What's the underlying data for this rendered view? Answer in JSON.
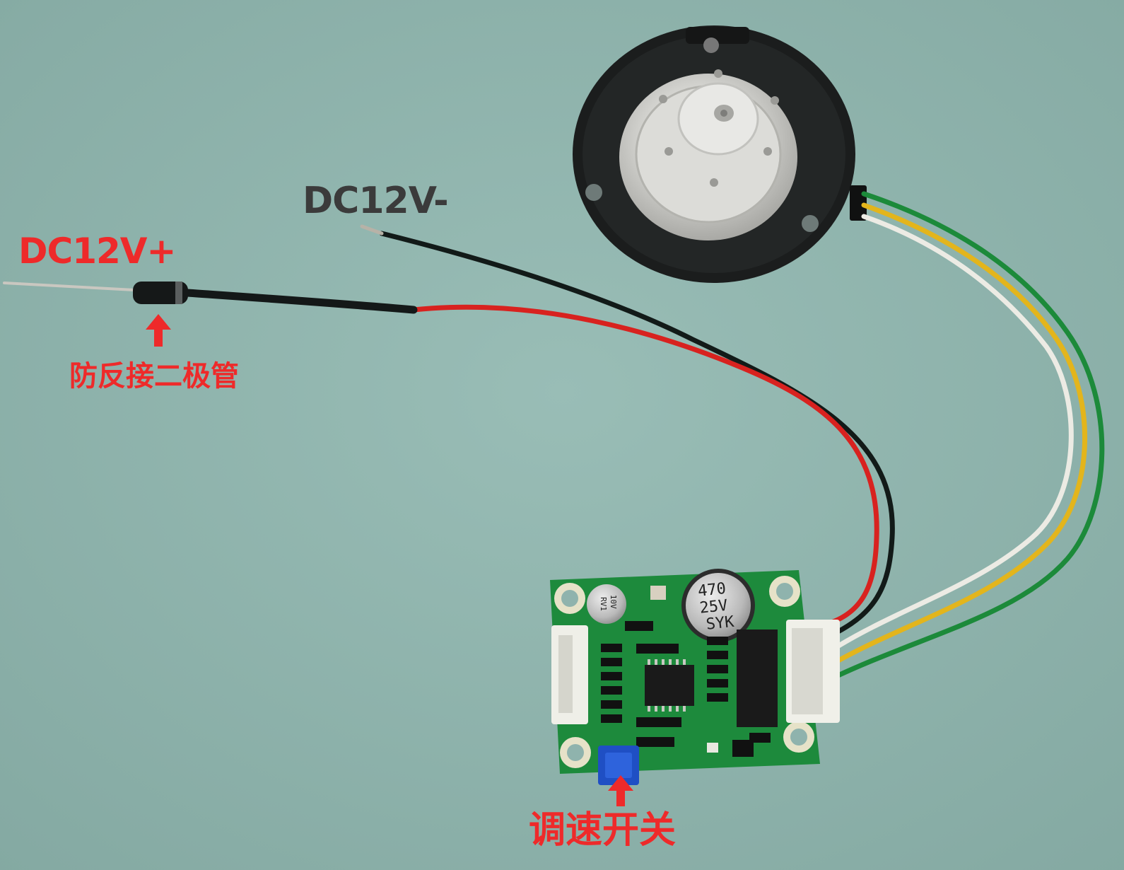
{
  "annotations": {
    "dc_plus": "DC12V+",
    "dc_minus": "DC12V-",
    "diode_note": "防反接二极管",
    "speed_switch_note": "调速开关"
  },
  "capacitor_large": {
    "line1": "470",
    "line2": "25V",
    "line3": "SYK"
  },
  "capacitor_small": {
    "line1": "10V",
    "line2": "RV1"
  },
  "colors": {
    "background": "#8fb3ad",
    "label_red": "#ee2a2a",
    "label_dark": "#3b3b3b",
    "wire_red": "#d8221f",
    "wire_black": "#121a18",
    "wire_green": "#1c8a3a",
    "wire_yellow": "#e3b51c",
    "wire_white": "#ecebe4",
    "pcb_green": "#1d8a3c",
    "potentiometer_blue": "#1f4fc4"
  }
}
